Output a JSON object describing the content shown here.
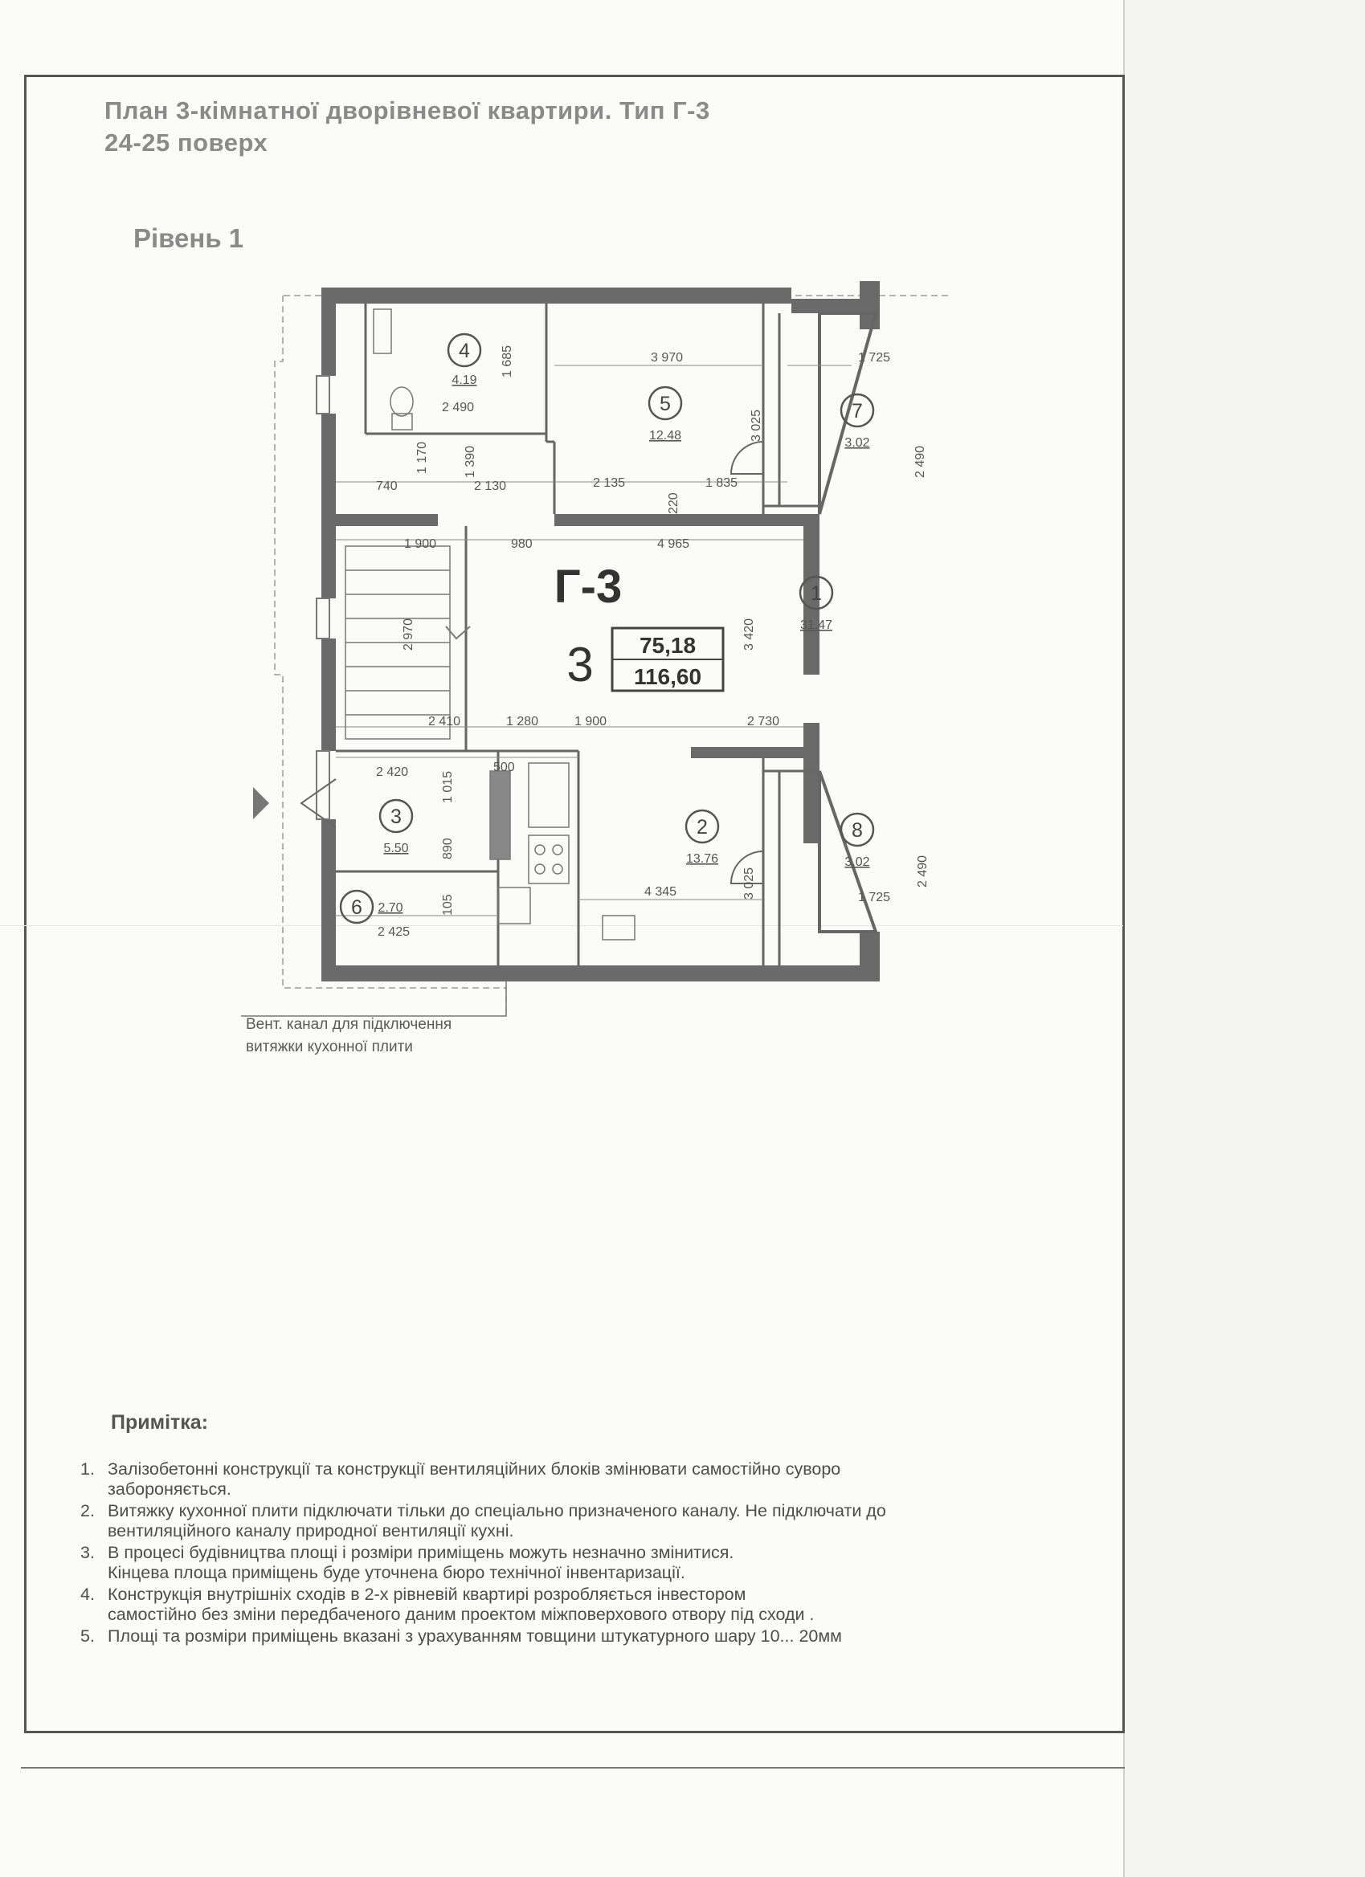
{
  "document": {
    "title_line1": "План 3-кімнатної дворівневої квартири. Тип Г-3",
    "title_line2": "24-25 поверх",
    "level": "Рівень 1"
  },
  "plan": {
    "apartment_type": "Г-3",
    "rooms_count": "3",
    "living_area": "75,18",
    "total_area": "116,60",
    "rooms": [
      {
        "number": "1",
        "area": "31.47"
      },
      {
        "number": "2",
        "area": "13.76"
      },
      {
        "number": "3",
        "area": "5.50"
      },
      {
        "number": "4",
        "area": "4.19"
      },
      {
        "number": "5",
        "area": "12.48"
      },
      {
        "number": "6",
        "area": "2.70"
      },
      {
        "number": "7",
        "area": "3.02"
      },
      {
        "number": "8",
        "area": "3.02"
      }
    ],
    "dimensions": {
      "d3970": "3 970",
      "d1725a": "1 725",
      "d1685": "1 685",
      "d2490a": "2 490",
      "d3025a": "3 025",
      "d2490b": "2 490",
      "d1170": "1 170",
      "d1390": "1 390",
      "d740": "740",
      "d2130": "2 130",
      "d2135": "2 135",
      "d1835": "1 835",
      "d220": "220",
      "d1900a": "1 900",
      "d980": "980",
      "d4965": "4 965",
      "d2970": "2 970",
      "d3420": "3 420",
      "d2410": "2 410",
      "d1280": "1 280",
      "d1900b": "1 900",
      "d2730": "2 730",
      "d2420": "2 420",
      "d1015": "1 015",
      "d500": "500",
      "d890": "890",
      "d105": "105",
      "d2425": "2 425",
      "d4345": "4 345",
      "d3025b": "3 025",
      "d2490c": "2 490",
      "d1725b": "1 725"
    },
    "vent_label_line1": "Вент. канал для підключення",
    "vent_label_line2": "витяжки кухонної плити"
  },
  "notes": {
    "title": "Примітка:",
    "items": [
      {
        "num": "1.",
        "line1": "Залізобетонні конструкції та конструкції вентиляційних блоків змінювати самостійно суворо",
        "line2": "забороняється."
      },
      {
        "num": "2.",
        "line1": "Витяжку кухонної плити підключати тільки до  спеціально призначеного каналу. Не підключати до",
        "line2": "вентиляційного каналу природної вентиляції кухні."
      },
      {
        "num": "3.",
        "line1": "В процесі будівництва площі і розміри приміщень можуть незначно змінитися.",
        "line2": "Кінцева площа приміщень буде уточнена бюро технічної інвентаризації."
      },
      {
        "num": "4.",
        "line1": "Конструкція внутрішніх сходів в 2-х рівневій квартирі розробляється інвестором",
        "line2": "самостійно без зміни передбаченого даним проектом міжповерхового отвору під сходи ."
      },
      {
        "num": "5.",
        "line1": "Площі та розміри приміщень вказані з урахуванням товщини штукатурного шару 10... 20мм",
        "line2": ""
      }
    ]
  }
}
